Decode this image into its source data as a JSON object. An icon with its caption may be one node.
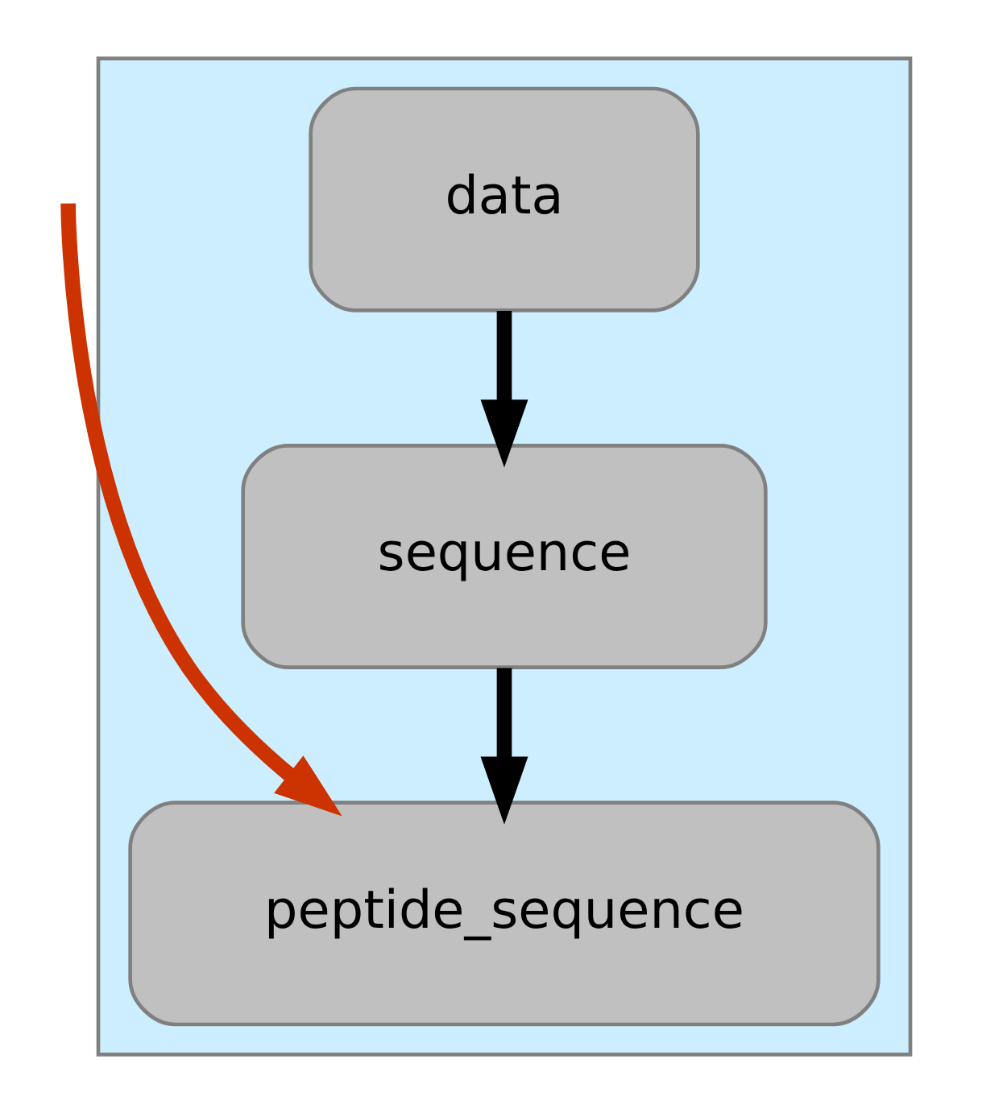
{
  "diagram": {
    "nodes": [
      {
        "text": [],
        "shape": "box"
      },
      {
        "text": [
          "data"
        ],
        "in": 0
      },
      {
        "text": [
          "sequence"
        ],
        "in": 0
      },
      {
        "text": [
          "peptide_sequence"
        ],
        "in": 0
      }
    ],
    "edges": [
      {
        "from": 1,
        "to": 2,
        "arrow": "to"
      },
      {
        "from": 2,
        "to": 3,
        "arrow": "to"
      },
      {
        "from": null,
        "to": 3,
        "arrow": "to",
        "color": "#cc3300"
      }
    ]
  }
}
